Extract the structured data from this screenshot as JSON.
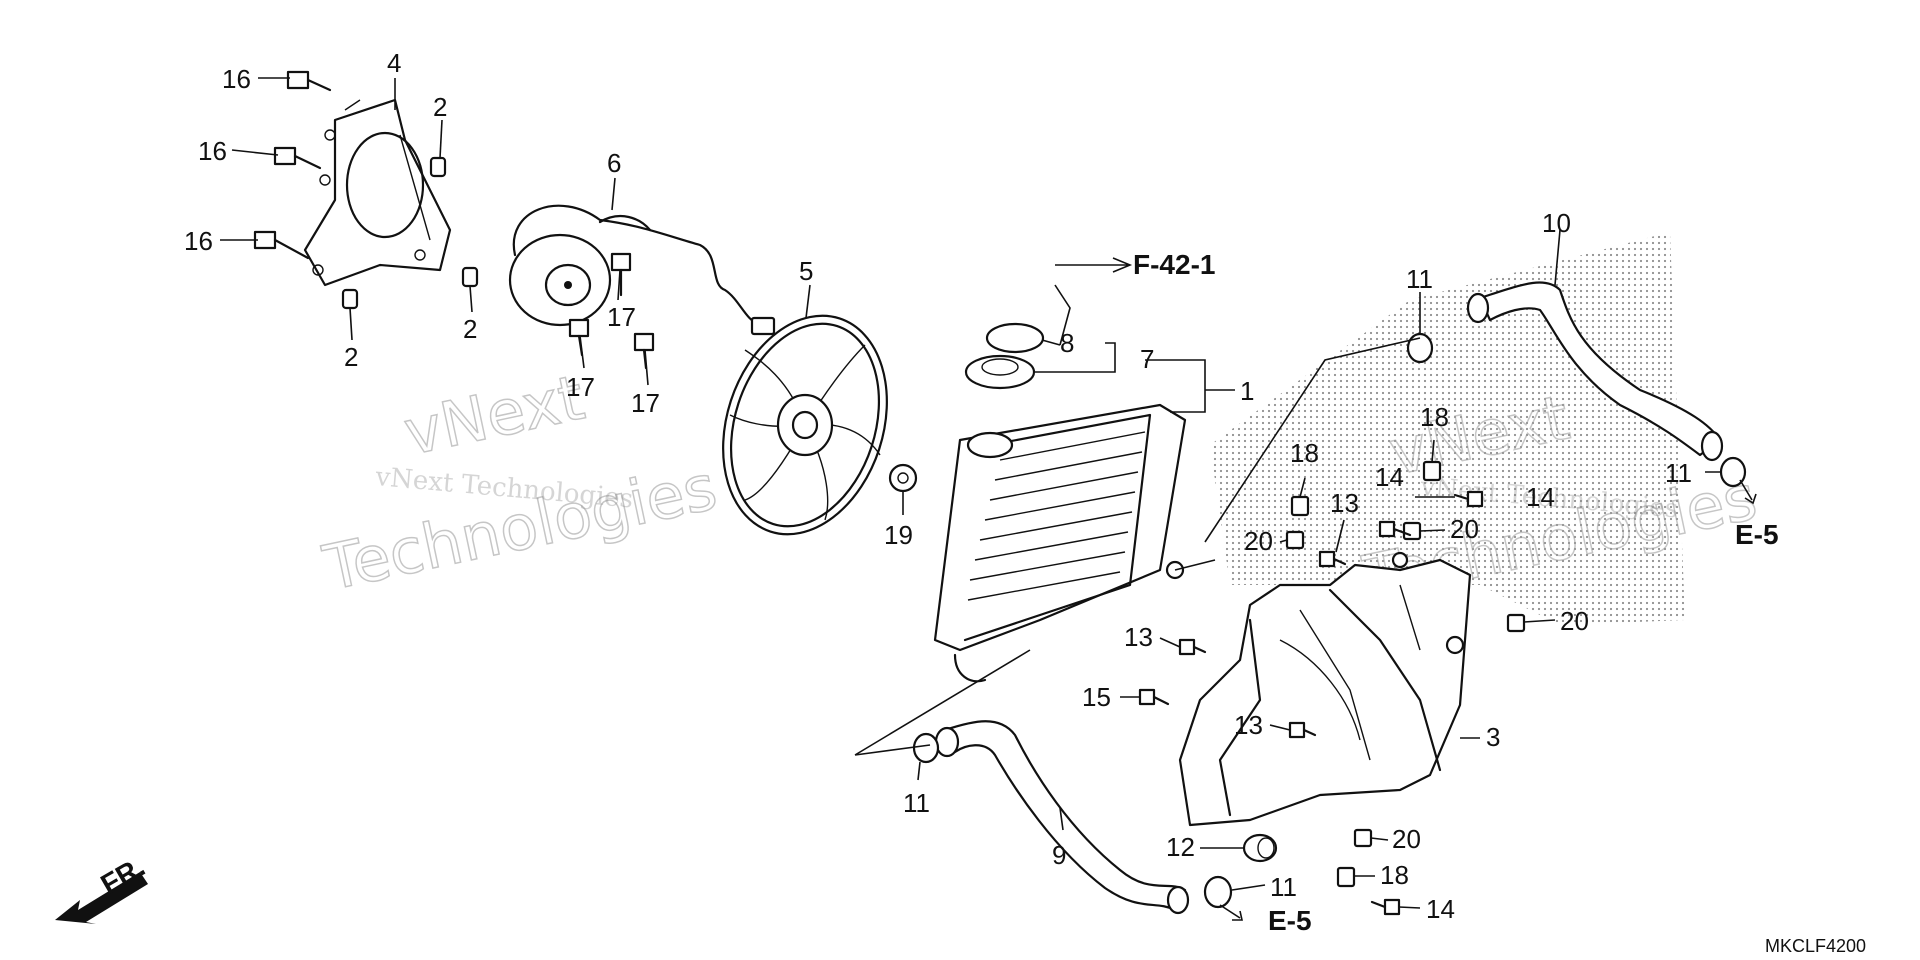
{
  "callouts": {
    "c16a": "16",
    "c16b": "16",
    "c16c": "16",
    "c4": "4",
    "c2a": "2",
    "c2b": "2",
    "c2c": "2",
    "c6": "6",
    "c17a": "17",
    "c17b": "17",
    "c17c": "17",
    "c5": "5",
    "c19": "19",
    "c8": "8",
    "c7": "7",
    "c1": "1",
    "c11a": "11",
    "c11b": "11",
    "c11c": "11",
    "c11d": "11",
    "c10": "10",
    "c18a": "18",
    "c18b": "18",
    "c18c": "18",
    "c14a": "14",
    "c14b": "14",
    "c14c": "14",
    "c13a": "13",
    "c13b": "13",
    "c13c": "13",
    "c20a": "20",
    "c20b": "20",
    "c20c": "20",
    "c20d": "20",
    "c15": "15",
    "c3": "3",
    "c12": "12",
    "c9": "9"
  },
  "references": {
    "f42": "F-42-1",
    "e5_right": "E-5",
    "e5_bottom": "E-5"
  },
  "front_marker": "FR.",
  "diagram_code": "MKCLF4200",
  "watermarks": {
    "brand_line": "vNext Technologies",
    "word_a": "vNext",
    "word_b": "Technologies"
  }
}
